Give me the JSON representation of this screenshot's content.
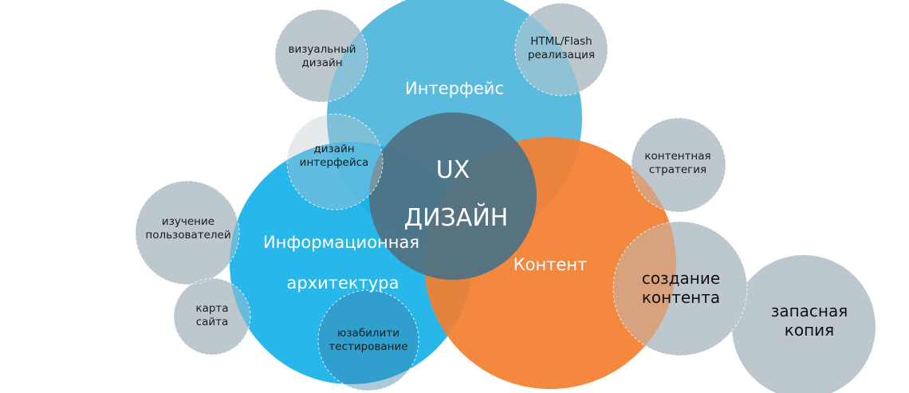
{
  "colors": {
    "interface": "#5BBBDE",
    "ia": "#17B2E8",
    "content": "#F47F30",
    "ux": "#4F7284",
    "satellite": "#BCC7CE",
    "background": "#FFFFFF"
  },
  "labels": {
    "interface": "Интерфейс",
    "ia_line1": "Информационная",
    "ia_line2": "архитектура",
    "content": "Контент",
    "ux_line1": "UX",
    "ux_line2": "ДИЗАЙН",
    "visual_design": "визуальный\nдизайн",
    "html_flash": "HTML/Flash\nреализация",
    "interface_design": "дизайн\nинтерфейса",
    "content_strategy": "контентная\nстратегия",
    "user_research": "изучение\nпользователей",
    "sitemap": "карта\nсайта",
    "usability_testing": "юзабилити\nтестирование",
    "content_creation": "создание\nконтента",
    "backup": "запасная\nкопия"
  }
}
